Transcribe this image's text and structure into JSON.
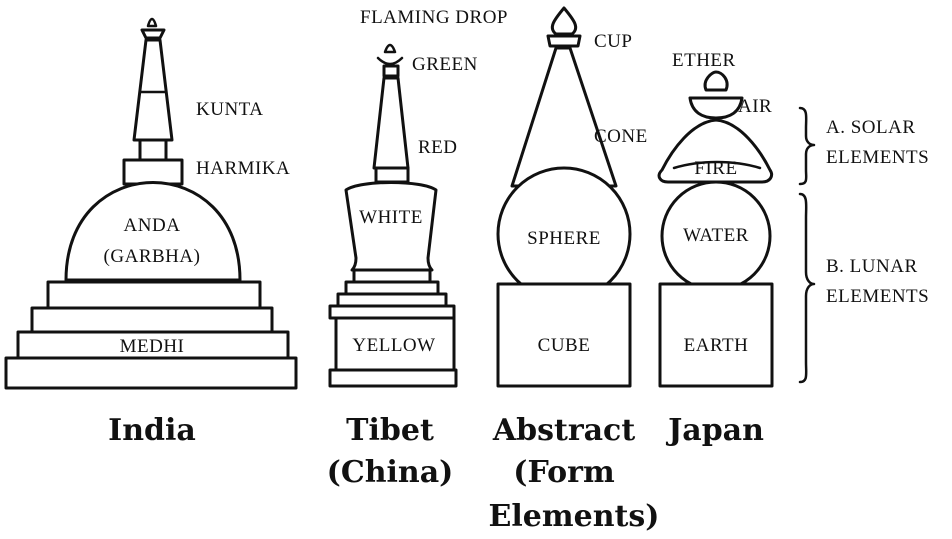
{
  "india": {
    "kunta": "KUNTA",
    "harmika": "HARMIKA",
    "anda_line1": "ANDA",
    "anda_line2": "(GARBHA)",
    "medhi": "MEDHI",
    "caption": "India"
  },
  "tibet": {
    "green": "GREEN",
    "red": "RED",
    "white": "WHITE",
    "yellow": "YELLOW",
    "caption_line1": "Tibet",
    "caption_line2": "(China)"
  },
  "abstract": {
    "flaming_drop": "FLAMING DROP",
    "cup": "CUP",
    "cone": "CONE",
    "sphere": "SPHERE",
    "cube": "CUBE",
    "caption_line1": "Abstract",
    "caption_line2": "(Form",
    "caption_line3": "Elements)"
  },
  "japan": {
    "ether": "ETHER",
    "air": "AIR",
    "fire": "FIRE",
    "water": "WATER",
    "earth": "EARTH",
    "caption": "Japan"
  },
  "groups": {
    "solar_line1": "A. SOLAR",
    "solar_line2": "ELEMENTS",
    "lunar_line1": "B. LUNAR",
    "lunar_line2": "ELEMENTS"
  }
}
